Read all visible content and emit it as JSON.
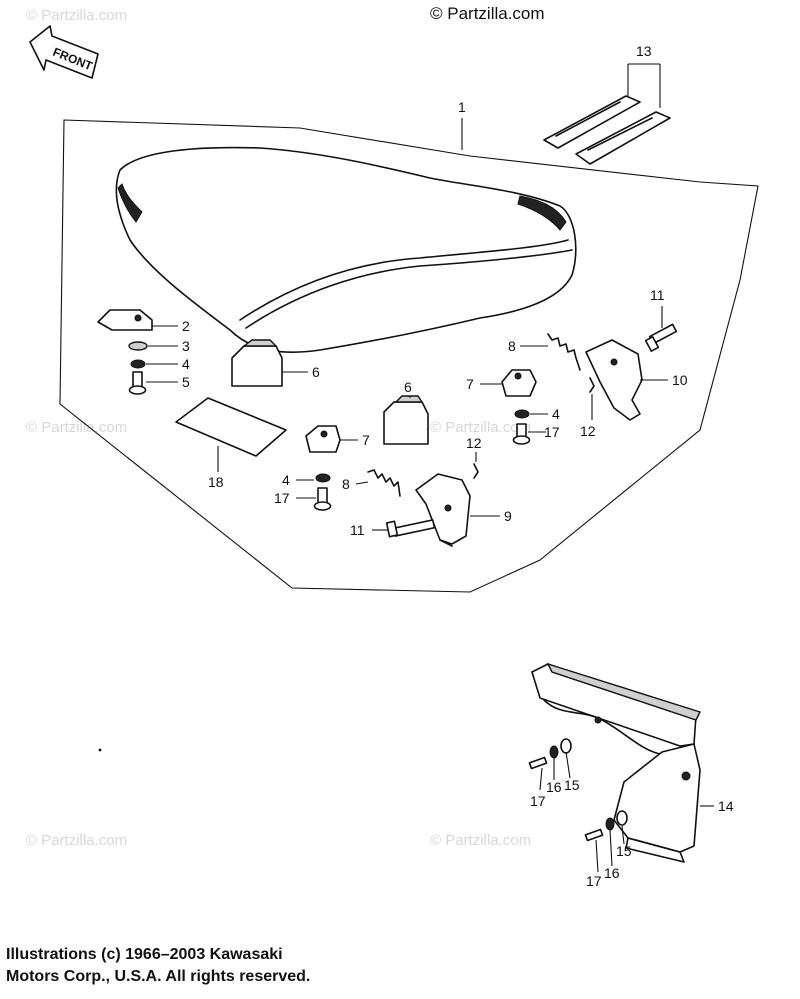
{
  "copyright": "© Partzilla.com",
  "watermark": "© Partzilla.com",
  "front_label": "FRONT",
  "footer": {
    "line1": "Illustrations (c) 1966–2003 Kawasaki",
    "line2": "Motors Corp., U.S.A.  All rights reserved."
  },
  "callouts": {
    "c1": "1",
    "c2": "2",
    "c3": "3",
    "c4a": "4",
    "c5": "5",
    "c6a": "6",
    "c6b": "6",
    "c7a": "7",
    "c7b": "7",
    "c8a": "8",
    "c8b": "8",
    "c9": "9",
    "c10": "10",
    "c11a": "11",
    "c11b": "11",
    "c12a": "12",
    "c12b": "12",
    "c13": "13",
    "c4b": "4",
    "c4c": "4",
    "c17a": "17",
    "c17b": "17",
    "c18": "18",
    "c14": "14",
    "c15a": "15",
    "c15b": "15",
    "c16a": "16",
    "c16b": "16",
    "c17c": "17",
    "c17d": "17"
  }
}
